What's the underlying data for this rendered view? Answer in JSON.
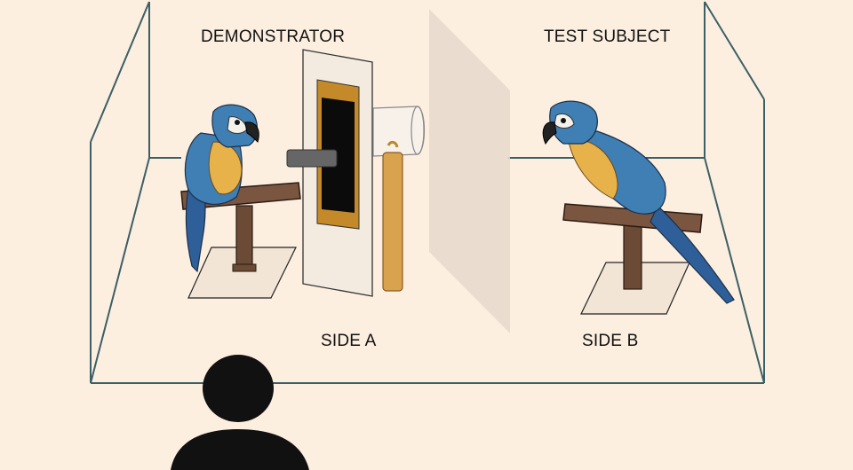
{
  "labels": {
    "demonstrator": "DEMONSTRATOR",
    "test_subject": "TEST SUBJECT",
    "side_a": "SIDE A",
    "side_b": "SIDE B"
  },
  "colors": {
    "background": "#fdefe0",
    "room_outline": "#3b5f66",
    "macaw_blue": "#3f7fb3",
    "macaw_yellow": "#e7b24a",
    "perch_brown": "#6b4a36",
    "observer": "#111111"
  },
  "icons": {
    "demonstrator_bird": "blue-and-yellow-macaw",
    "test_subject_bird": "blue-and-yellow-macaw",
    "observer": "person-silhouette"
  }
}
